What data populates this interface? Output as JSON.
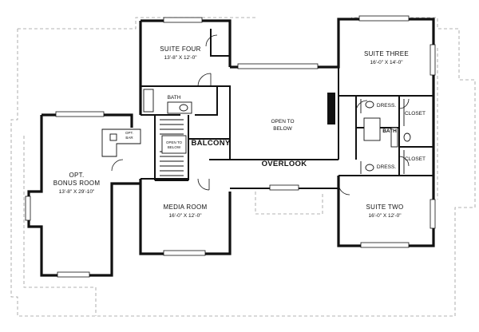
{
  "rooms": {
    "suite_four": {
      "name": "SUITE FOUR",
      "dims": "13'-8\" X 12'-0\""
    },
    "suite_three": {
      "name": "SUITE THREE",
      "dims": "16'-0\" X 14'-0\""
    },
    "suite_two": {
      "name": "SUITE TWO",
      "dims": "16'-0\" X 12'-0\""
    },
    "media_room": {
      "name": "MEDIA ROOM",
      "dims": "16'-0\" X 12'-0\""
    },
    "bonus_room": {
      "name_line1": "OPT.",
      "name_line2": "BONUS ROOM",
      "dims": "13'-8\" X 29'-10\""
    },
    "open_to_below": {
      "line1": "OPEN TO",
      "line2": "BELOW"
    },
    "stair_open": {
      "line1": "OPEN TO",
      "line2": "BELOW"
    },
    "balcony": "BALCONY",
    "overlook": "OVERLOOK",
    "bath_four": "BATH",
    "bath_three": "BATH",
    "dress_top": "DRESS.",
    "dress_bottom": "DRESS.",
    "closet_top": "CLOSET",
    "closet_bottom": "CLOSET",
    "opt_bar": {
      "line1": "OPT.",
      "line2": "BAR"
    }
  }
}
